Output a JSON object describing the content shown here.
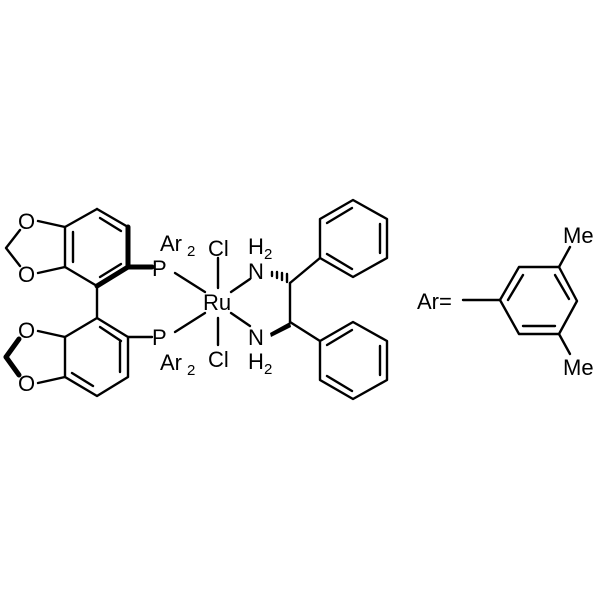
{
  "diagram": {
    "type": "chemical-structure",
    "description": "Ruthenium(II) dichloride complex with DM-SEGPHOS-type bisphosphine and DPEN diamine",
    "metal": {
      "label": "Ru"
    },
    "ligands": {
      "chloride_top": {
        "label": "Cl"
      },
      "chloride_bottom": {
        "label": "Cl"
      },
      "phosphine_top": {
        "label": "P",
        "substituent": "Ar",
        "count": "2"
      },
      "phosphine_bottom": {
        "label": "P",
        "substituent": "Ar",
        "count": "2"
      },
      "amine_top": {
        "label": "N",
        "h": "H",
        "count": "2"
      },
      "amine_bottom": {
        "label": "N",
        "h": "H",
        "count": "2"
      }
    },
    "dioxole_oxygens": [
      "O",
      "O",
      "O",
      "O"
    ],
    "ar_definition": {
      "label": "Ar=",
      "substituent_top": "Me",
      "substituent_bottom": "Me"
    }
  }
}
